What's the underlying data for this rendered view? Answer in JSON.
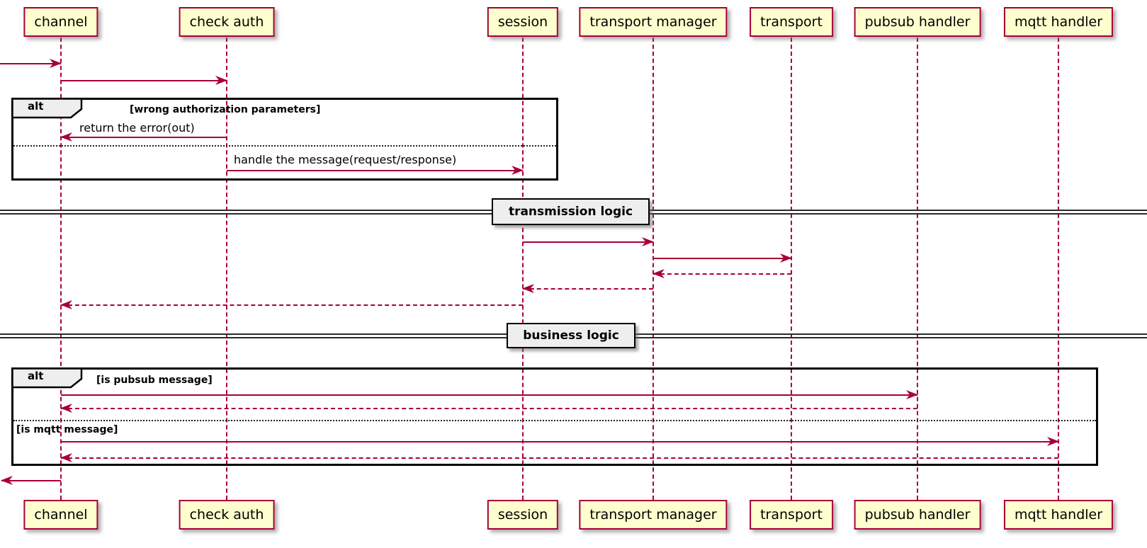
{
  "colors": {
    "accent": "#A80036",
    "participant_fill": "#FEFECE",
    "frame_label_fill": "#EEEEEE",
    "frame_border": "#000000"
  },
  "participants": [
    "channel",
    "check auth",
    "session",
    "transport manager",
    "transport",
    "pubsub handler",
    "mqtt handler"
  ],
  "fragments": {
    "alt1": {
      "operator": "alt",
      "guard": "[wrong authorization parameters]"
    },
    "alt2": {
      "operator": "alt",
      "guard_if": "[is pubsub message]",
      "guard_else": "[is mqtt message]"
    }
  },
  "dividers": {
    "transmission": "transmission logic",
    "business": "business logic"
  },
  "messages": {
    "return_error": "return the error(out)",
    "handle_message": "handle the message(request/response)"
  }
}
